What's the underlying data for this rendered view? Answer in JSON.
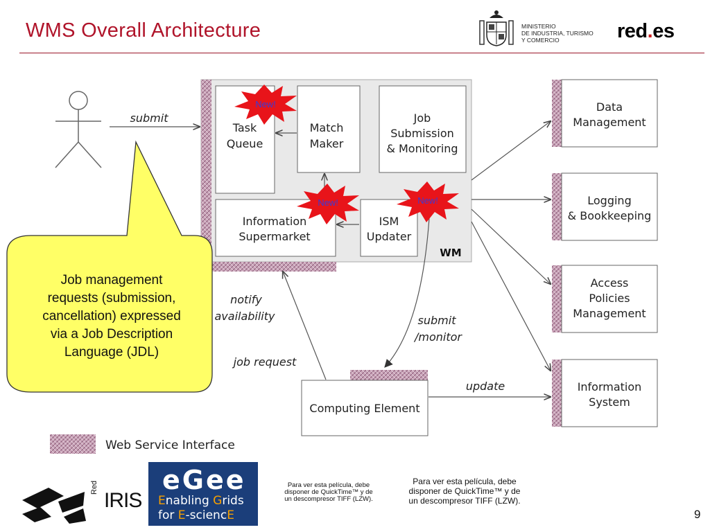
{
  "slide": {
    "title": "WMS Overall Architecture",
    "page_number": "9"
  },
  "header": {
    "ministry_lines": [
      "MINISTERIO",
      "DE INDUSTRIA, TURISMO",
      "Y COMERCIO"
    ],
    "brand_prefix": "red",
    "brand_dot": ".",
    "brand_suffix": "es"
  },
  "diagram": {
    "wm_label": "WM",
    "boxes": {
      "task_queue": [
        "Task",
        "Queue"
      ],
      "match_maker": [
        "Match",
        "Maker"
      ],
      "job_submission": [
        "Job",
        "Submission",
        "& Monitoring"
      ],
      "information_supermarket": [
        "Information",
        "Supermarket"
      ],
      "ism_updater": [
        "ISM",
        "Updater"
      ],
      "data_management": [
        "Data",
        "Management"
      ],
      "logging_bookkeeping": [
        "Logging",
        "& Bookkeeping"
      ],
      "access_policies": [
        "Access",
        "Policies",
        "Management"
      ],
      "information_system": [
        "Information",
        "System"
      ],
      "computing_element": "Computing Element"
    },
    "badges": [
      "New!",
      "New!",
      "New!"
    ],
    "edge_labels": {
      "submit": "submit",
      "notify_availability": [
        "notify",
        "availability"
      ],
      "job_request": "job request",
      "submit_monitor": [
        "submit",
        "/monitor"
      ],
      "update": "update"
    },
    "legend_label": "Web Service Interface",
    "colors": {
      "ws_interface": "#c9a3b8",
      "badge": "#e8141a",
      "wm_background": "#e9e9e9",
      "callout": "#ffff66"
    }
  },
  "callout": {
    "lines": [
      "Job management",
      "requests (submission,",
      "cancellation) expressed",
      "via a Job Description",
      "Language (JDL)"
    ]
  },
  "footer": {
    "iris_label": "IRIS",
    "red_label": "Red",
    "egee_word": "eGee",
    "egee_line1_parts": [
      "E",
      "nabling ",
      "G",
      "rids"
    ],
    "egee_line2_parts": [
      "for ",
      "E",
      "-scienc",
      "E"
    ],
    "quicktime_small": [
      "Para ver esta película, debe",
      "disponer de QuickTime™ y de",
      "un descompresor TIFF (LZW)."
    ],
    "quicktime_large": [
      "Para ver esta película, debe",
      "disponer de QuickTime™ y de",
      "un descompresor TIFF (LZW)."
    ]
  }
}
